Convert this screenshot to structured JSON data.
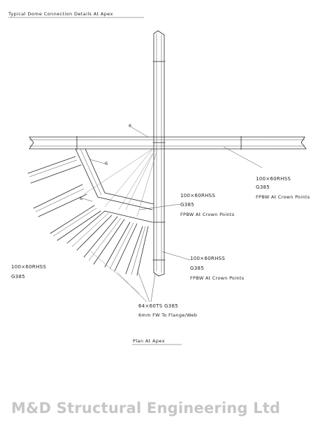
{
  "drawing": {
    "title": "Typical Dome Connection Details At Apex",
    "plan_caption": "Plan At Apex",
    "weld_note": "6",
    "weld_note_2": "6",
    "weld_note_3": "6"
  },
  "labels": {
    "rh_right": {
      "l1": "100×60RHSS",
      "l2": "G385",
      "l3": "FPBW At Crown Points"
    },
    "rh_center": {
      "l1": "100×60RHSS",
      "l2": "G385",
      "l3": "FPBW At Crown Points"
    },
    "rh_lower": {
      "l1": "100×60RHSS",
      "l2": "G385",
      "l3": "FPBW At Crown Points"
    },
    "left": {
      "l1": "100×60RHSS",
      "l2": "G385"
    },
    "ts": {
      "l1": "64×60TS G385",
      "l2": "6mm FW To Flange/Web"
    }
  },
  "footer": {
    "brand": "M&D Structural Engineering Ltd"
  },
  "colors": {
    "ink": "#2a2a2a",
    "brand": "#c6c6c6"
  }
}
